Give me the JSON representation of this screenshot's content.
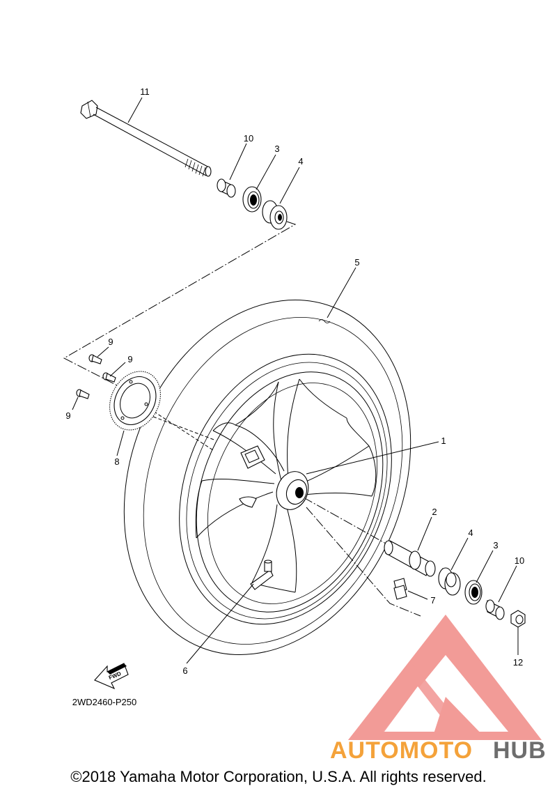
{
  "diagram": {
    "part_callouts": {
      "c1": "1",
      "c2": "2",
      "c3a": "3",
      "c3b": "3",
      "c4a": "4",
      "c4b": "4",
      "c5": "5",
      "c6": "6",
      "c7": "7",
      "c8": "8",
      "c9a": "9",
      "c9b": "9",
      "c9c": "9",
      "c10a": "10",
      "c10b": "10",
      "c11": "11",
      "c12": "12"
    },
    "fwd_arrow_label": "FWD",
    "drawing_code": "2WD2460-P250"
  },
  "watermark": {
    "brand_part1": "AUTOMOTO",
    "brand_part2": "HUB",
    "colors": {
      "logo": "#f08a86",
      "text_orange": "#f4a23a",
      "text_gray": "#6d6d6d"
    }
  },
  "footer": {
    "copyright": "©2018 Yamaha Motor Corporation, U.S.A. All rights reserved."
  }
}
